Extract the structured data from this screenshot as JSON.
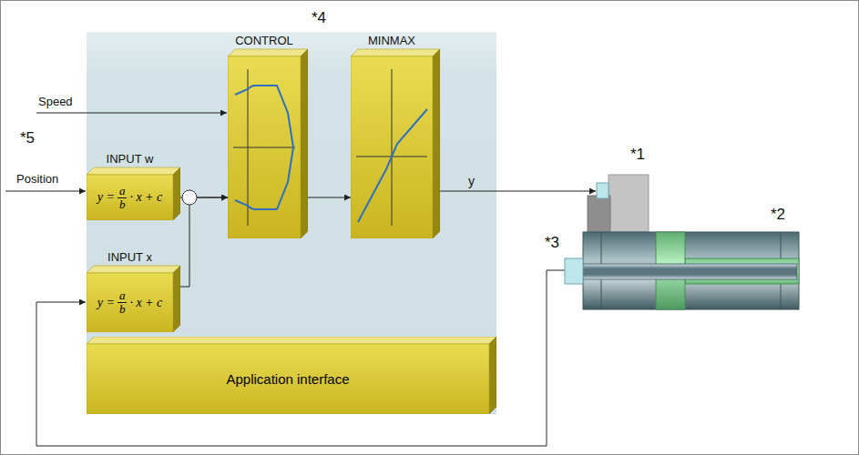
{
  "diagram": {
    "nodes": [
      {
        "text": [
          "INPUT w",
          "y =",
          "a",
          "b",
          "· x + c"
        ]
      },
      {
        "text": [
          "CONTROL"
        ]
      },
      {
        "text": [
          "MINMAX"
        ]
      },
      {
        "text": [
          "INPUT x",
          "y =",
          "a",
          "b",
          "· x + c"
        ]
      },
      {
        "text": [
          "Application interface"
        ]
      }
    ],
    "edges": [
      {
        "from": 0,
        "to": 1,
        "arrow": "to"
      },
      {
        "from": 3,
        "to": 1,
        "arrow": "to"
      },
      {
        "from": 1,
        "to": 2,
        "arrow": "to"
      }
    ],
    "labels": [
      "*4",
      "*5",
      "Speed",
      "Position",
      "y",
      "*1",
      "*2",
      "*3"
    ]
  }
}
